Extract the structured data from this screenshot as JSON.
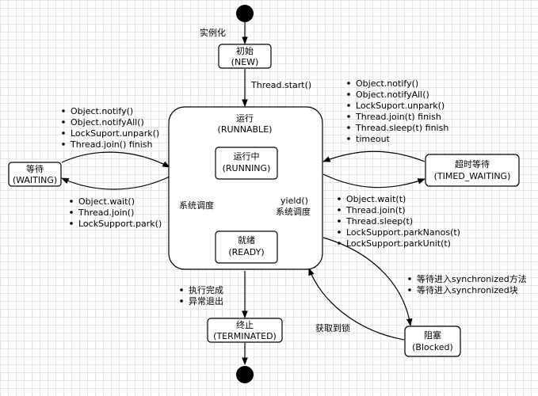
{
  "states": {
    "new": {
      "title": "初始",
      "subtitle": "(NEW)"
    },
    "runnable": {
      "title": "运行",
      "subtitle": "(RUNNABLE)"
    },
    "running": {
      "title": "运行中",
      "subtitle": "(RUNNING)"
    },
    "ready": {
      "title": "就绪",
      "subtitle": "(READY)"
    },
    "waiting": {
      "title": "等待",
      "subtitle": "(WAITING)"
    },
    "timed_waiting": {
      "title": "超时等待",
      "subtitle": "(TIMED_WAITING)"
    },
    "blocked": {
      "title": "阻塞",
      "subtitle": "(Blocked)"
    },
    "terminated": {
      "title": "终止",
      "subtitle": "(TERMINATED)"
    }
  },
  "labels": {
    "instantiate": "实例化",
    "thread_start": "Thread.start()",
    "system_schedule": "系统调度",
    "yield": "yield()",
    "yield_schedule": "系统调度",
    "acquire_lock": "获取到锁"
  },
  "bullet_lists": {
    "waiting_to_runnable": [
      "Object.notify()",
      "Object.notifyAll()",
      "LockSuport.unpark()",
      "Thread.join() finish"
    ],
    "runnable_to_waiting": [
      "Object.wait()",
      "Thread.join()",
      "LockSupport.park()"
    ],
    "timed_to_runnable": [
      "Object.notify()",
      "Object.notifyAll()",
      "LockSuport.unpark()",
      "Thread.join(t) finish",
      "Thread.sleep(t) finish",
      "timeout"
    ],
    "runnable_to_timed": [
      "Object.wait(t)",
      "Thread.join(t)",
      "Thread.sleep(t)",
      "LockSupport.parkNanos(t)",
      "LockSupport.parkUnit(t)"
    ],
    "runnable_to_terminated": [
      "执行完成",
      "异常退出"
    ],
    "runnable_to_blocked": [
      "等待进入synchronized方法",
      "等待进入synchronized块"
    ]
  }
}
